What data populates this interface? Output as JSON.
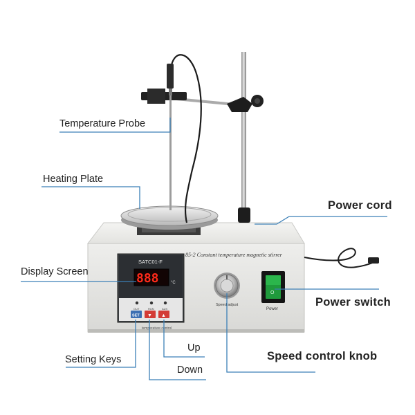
{
  "callouts": {
    "temperature_probe": "Temperature Probe",
    "heating_plate": "Heating Plate",
    "display_screen": "Display Screen",
    "setting_keys": "Setting Keys",
    "up": "Up",
    "down": "Down",
    "power_cord": "Power cord",
    "power_switch": "Power switch",
    "speed_control_knob": "Speed control knob"
  },
  "device": {
    "model_label": "85-2 Constant temperature magnetic stirrer",
    "controller_label": "SATC01-F",
    "display_reading": "888",
    "display_unit": "°C",
    "indicator_labels": [
      "OUT",
      "RUN",
      "AUX"
    ],
    "key_set": "SET",
    "key_down": "▼",
    "key_up": "▲",
    "controller_footer": "temperature control",
    "knob_label": "Speed adjust",
    "switch_label": "Power",
    "switch_mark": "O"
  },
  "colors": {
    "leader_line": "#3b7fb6",
    "display_digits": "#ff2a1a",
    "switch_green": "#1f9a3c"
  }
}
